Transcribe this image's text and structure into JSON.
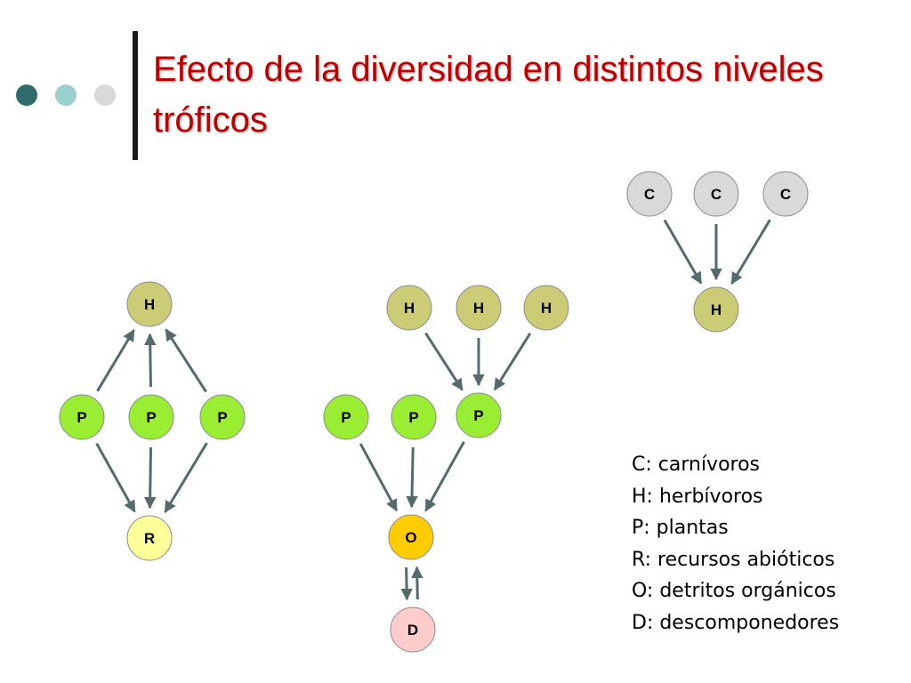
{
  "title": "Efecto de la diversidad en distintos niveles tróficos",
  "decoration_colors": [
    "#2e6b6b",
    "#9ccfd0",
    "#d8d8d8"
  ],
  "node_colors": {
    "C": "#d9d9d9",
    "H": "#cccc77",
    "P": "#99ee33",
    "R": "#ffff99",
    "O": "#ffcc00",
    "D": "#ffcccc"
  },
  "legend": [
    "C: carnívoros",
    "H: herbívoros",
    "P: plantas",
    "R: recursos abióticos",
    "O: detritos orgánicos",
    "D: descomponedores"
  ],
  "diagrams": [
    {
      "nodes": [
        {
          "id": "c1",
          "label": "C"
        },
        {
          "id": "c2",
          "label": "C"
        },
        {
          "id": "c3",
          "label": "C"
        },
        {
          "id": "h1",
          "label": "H"
        }
      ],
      "edges": [
        [
          "c1",
          "h1"
        ],
        [
          "c2",
          "h1"
        ],
        [
          "c3",
          "h1"
        ]
      ]
    },
    {
      "nodes": [
        {
          "id": "h1",
          "label": "H"
        },
        {
          "id": "p1",
          "label": "P"
        },
        {
          "id": "p2",
          "label": "P"
        },
        {
          "id": "p3",
          "label": "P"
        },
        {
          "id": "r1",
          "label": "R"
        }
      ],
      "edges": [
        [
          "p1",
          "h1"
        ],
        [
          "p2",
          "h1"
        ],
        [
          "p3",
          "h1"
        ],
        [
          "p1",
          "r1"
        ],
        [
          "p2",
          "r1"
        ],
        [
          "p3",
          "r1"
        ]
      ]
    },
    {
      "nodes": [
        {
          "id": "h1",
          "label": "H"
        },
        {
          "id": "h2",
          "label": "H"
        },
        {
          "id": "h3",
          "label": "H"
        },
        {
          "id": "p1",
          "label": "P"
        },
        {
          "id": "p2",
          "label": "P"
        },
        {
          "id": "p3",
          "label": "P"
        },
        {
          "id": "o1",
          "label": "O"
        },
        {
          "id": "d1",
          "label": "D"
        }
      ],
      "edges": [
        [
          "h1",
          "p3"
        ],
        [
          "h2",
          "p3"
        ],
        [
          "h3",
          "p3"
        ],
        [
          "p1",
          "o1"
        ],
        [
          "p2",
          "o1"
        ],
        [
          "p3",
          "o1"
        ],
        [
          "o1",
          "d1"
        ],
        [
          "d1",
          "o1"
        ]
      ]
    }
  ]
}
